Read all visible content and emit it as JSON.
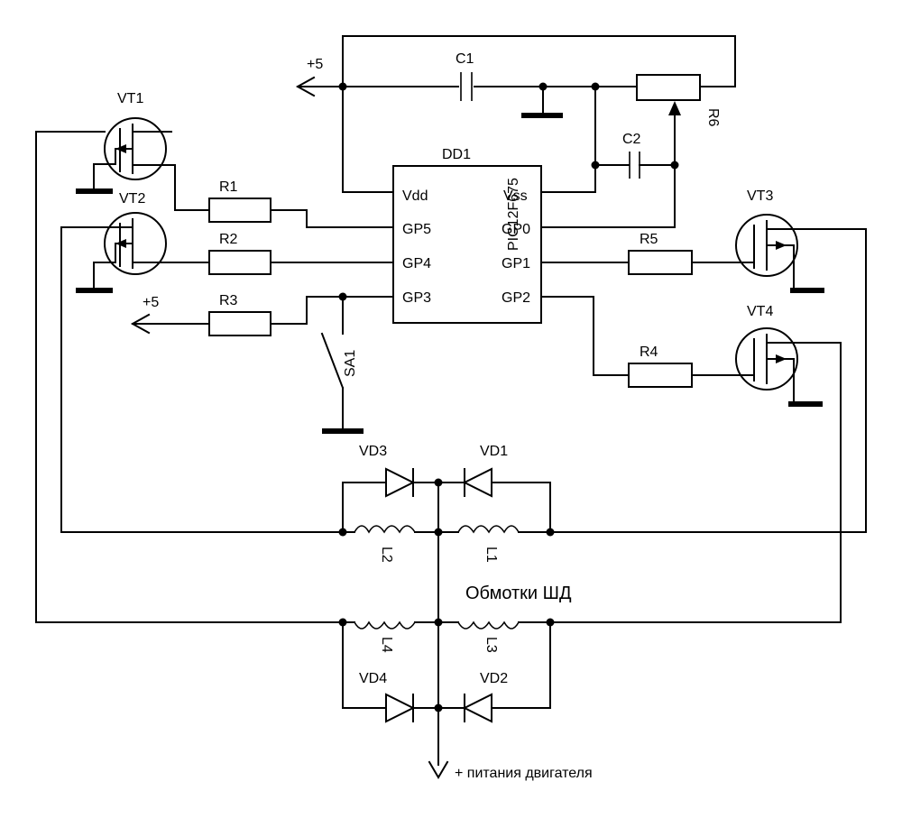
{
  "chip": {
    "name": "DD1",
    "part": "PIC12F675",
    "pins": {
      "vdd": "Vdd",
      "vss": "Vss",
      "gp5": "GP5",
      "gp4": "GP4",
      "gp3": "GP3",
      "gp0": "GP0",
      "gp1": "GP1",
      "gp2": "GP2"
    }
  },
  "power": {
    "plus5_top": "+5",
    "plus5_left": "+5",
    "motor_supply": "+ питания двигателя"
  },
  "transistors": [
    "VT1",
    "VT2",
    "VT3",
    "VT4"
  ],
  "resistors": [
    "R1",
    "R2",
    "R3",
    "R4",
    "R5",
    "R6"
  ],
  "capacitors": [
    "C1",
    "C2"
  ],
  "switch": "SA1",
  "diodes": [
    "VD1",
    "VD2",
    "VD3",
    "VD4"
  ],
  "coils": [
    "L1",
    "L2",
    "L3",
    "L4"
  ],
  "coils_caption": "Обмотки ШД"
}
